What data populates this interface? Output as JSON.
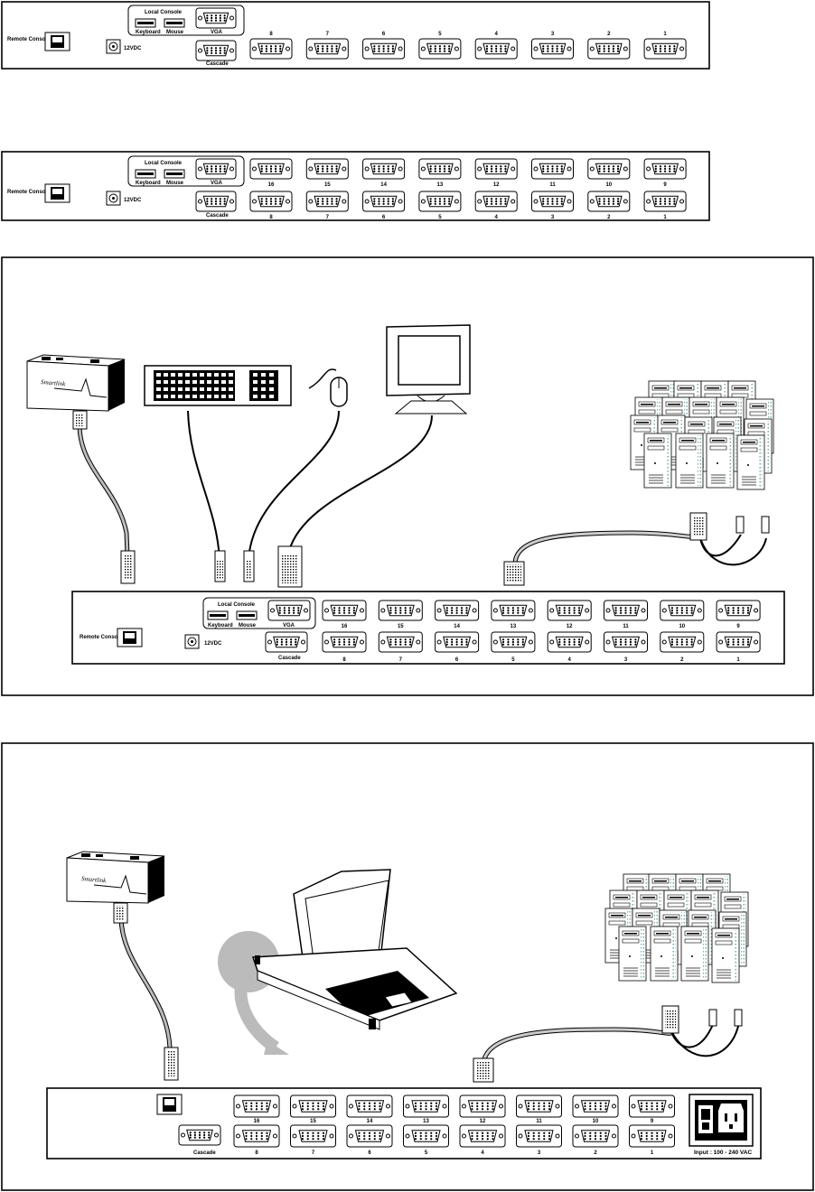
{
  "labels": {
    "remote_console": "Remote Console",
    "local_console": "Local Console",
    "keyboard": "Keyboard",
    "mouse": "Mouse",
    "vga": "VGA",
    "dc": "12VDC",
    "cascade": "Cascade",
    "input": "Input : 100 - 240 VAC",
    "brand": "Smartlink"
  },
  "ports8": [
    "8",
    "7",
    "6",
    "5",
    "4",
    "3",
    "2",
    "1"
  ],
  "ports16_top": [
    "16",
    "15",
    "14",
    "13",
    "12",
    "11",
    "10",
    "9"
  ],
  "ports16_bottom": [
    "8",
    "7",
    "6",
    "5",
    "4",
    "3",
    "2",
    "1"
  ]
}
